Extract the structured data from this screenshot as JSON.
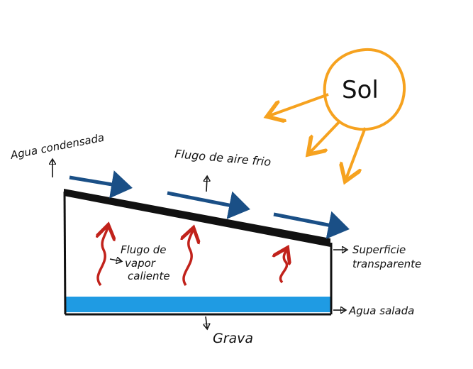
{
  "sun": {
    "label": "Sol"
  },
  "labels": {
    "condensed_water": "Agua condensada",
    "cold_air": "Flugo de aire frio",
    "hot_vapor_line1": "Flugo de",
    "hot_vapor_line2": "vapor",
    "hot_vapor_line3": "caliente",
    "surface_line1": "Superficie",
    "surface_line2": "transparente",
    "salt_water": "Agua salada",
    "gravel": "Grava"
  },
  "colors": {
    "sun": "#f6a21f",
    "air_arrows": "#1a4f86",
    "vapor_arrows": "#c1221b",
    "water": "#1f9be3",
    "outline": "#111111"
  }
}
